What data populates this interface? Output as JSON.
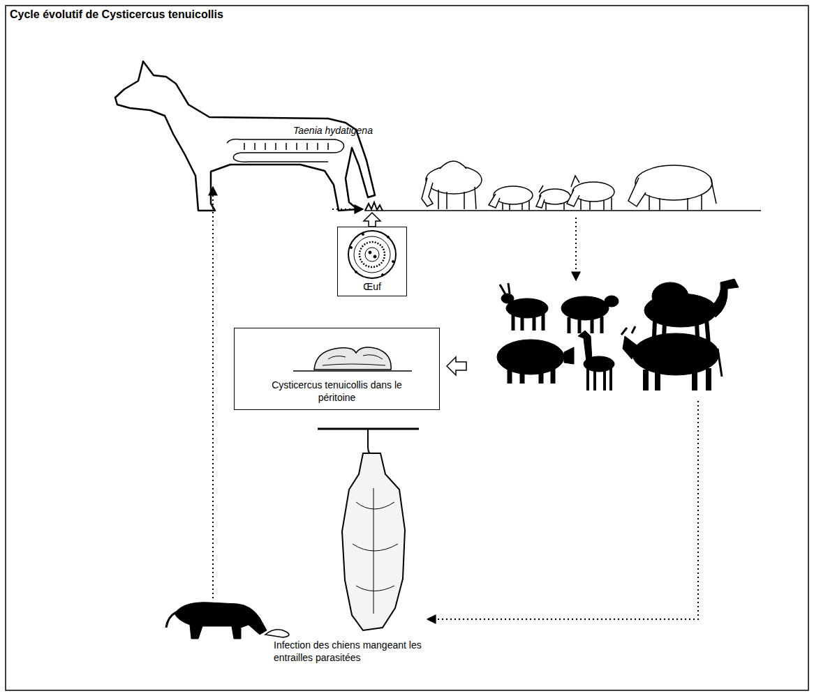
{
  "diagram": {
    "title": "Cycle évolutif de Cysticercus tenuicollis",
    "nodes": [
      {
        "text": [
          "Œuf"
        ]
      },
      {
        "text": [
          "Cysticercus tenuicollis dans le péritoine"
        ]
      }
    ],
    "labels": [
      "Taenia hydatigena",
      "Infection des chiens mangeant les entrailles parasitées"
    ]
  }
}
